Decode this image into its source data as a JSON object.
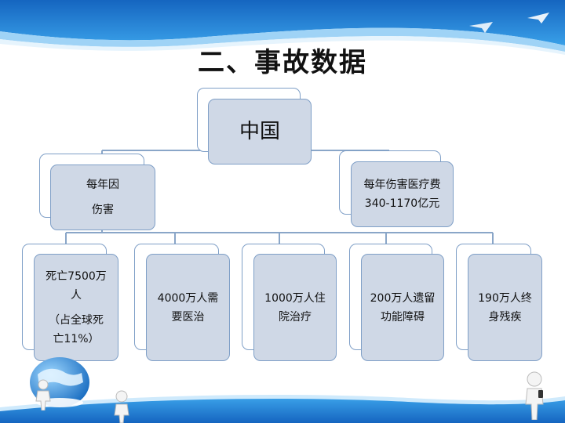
{
  "slide": {
    "title": "二、事故数据"
  },
  "org_chart": {
    "root": {
      "label": "中国"
    },
    "level2": [
      {
        "line1": "每年因",
        "line2": "伤害"
      },
      {
        "line1": "每年伤害医疗费",
        "line2": "340-1170亿元"
      }
    ],
    "level3": [
      {
        "line1": "死亡7500万",
        "line2": "人",
        "line3": "（占全球死",
        "line4": "亡11%）"
      },
      {
        "line1": "4000万人需",
        "line2": "要医治"
      },
      {
        "line1": "1000万人住",
        "line2": "院治疗"
      },
      {
        "line1": "200万人遗留",
        "line2": "功能障碍"
      },
      {
        "line1": "190万人终",
        "line2": "身残疾"
      }
    ]
  },
  "colors": {
    "box_fill": "#cfd8e6",
    "box_border": "#7f9fc7",
    "connector": "#8aa6c8",
    "header_blue": "#1e7fd0"
  },
  "icons": [
    "paper-plane-icon",
    "globe-icon",
    "white-figure-icon",
    "white-figure-phone-icon"
  ]
}
